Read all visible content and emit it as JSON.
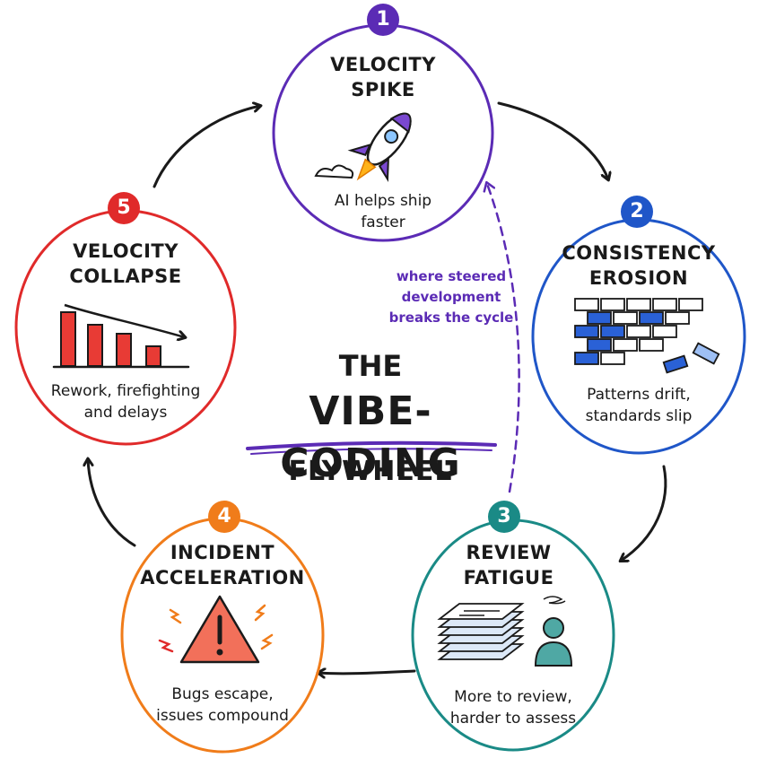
{
  "center": {
    "line1": "THE",
    "line2": "VIBE-CODING",
    "line3": "FLYWHEEL"
  },
  "annotation": {
    "line1": "where steered",
    "line2": "development",
    "line3": "breaks the cycle"
  },
  "nodes": [
    {
      "number": "1",
      "title1": "VELOCITY",
      "title2": "SPIKE",
      "caption1": "AI helps ship",
      "caption2": "faster",
      "icon": "rocket-icon",
      "color": "#5b2bb5"
    },
    {
      "number": "2",
      "title1": "CONSISTENCY",
      "title2": "EROSION",
      "caption1": "Patterns drift,",
      "caption2": "standards slip",
      "icon": "brick-wall-icon",
      "color": "#1f56c8"
    },
    {
      "number": "3",
      "title1": "REVIEW",
      "title2": "FATIGUE",
      "caption1": "More to review,",
      "caption2": "harder to assess",
      "icon": "paper-stack-icon",
      "color": "#1a8a86"
    },
    {
      "number": "4",
      "title1": "INCIDENT",
      "title2": "ACCELERATION",
      "caption1": "Bugs escape,",
      "caption2": "issues compound",
      "icon": "warning-icon",
      "color": "#f07c1a"
    },
    {
      "number": "5",
      "title1": "VELOCITY",
      "title2": "COLLAPSE",
      "caption1": "Rework, firefighting",
      "caption2": "and delays",
      "icon": "declining-bar-chart-icon",
      "color": "#e02a2a"
    }
  ]
}
